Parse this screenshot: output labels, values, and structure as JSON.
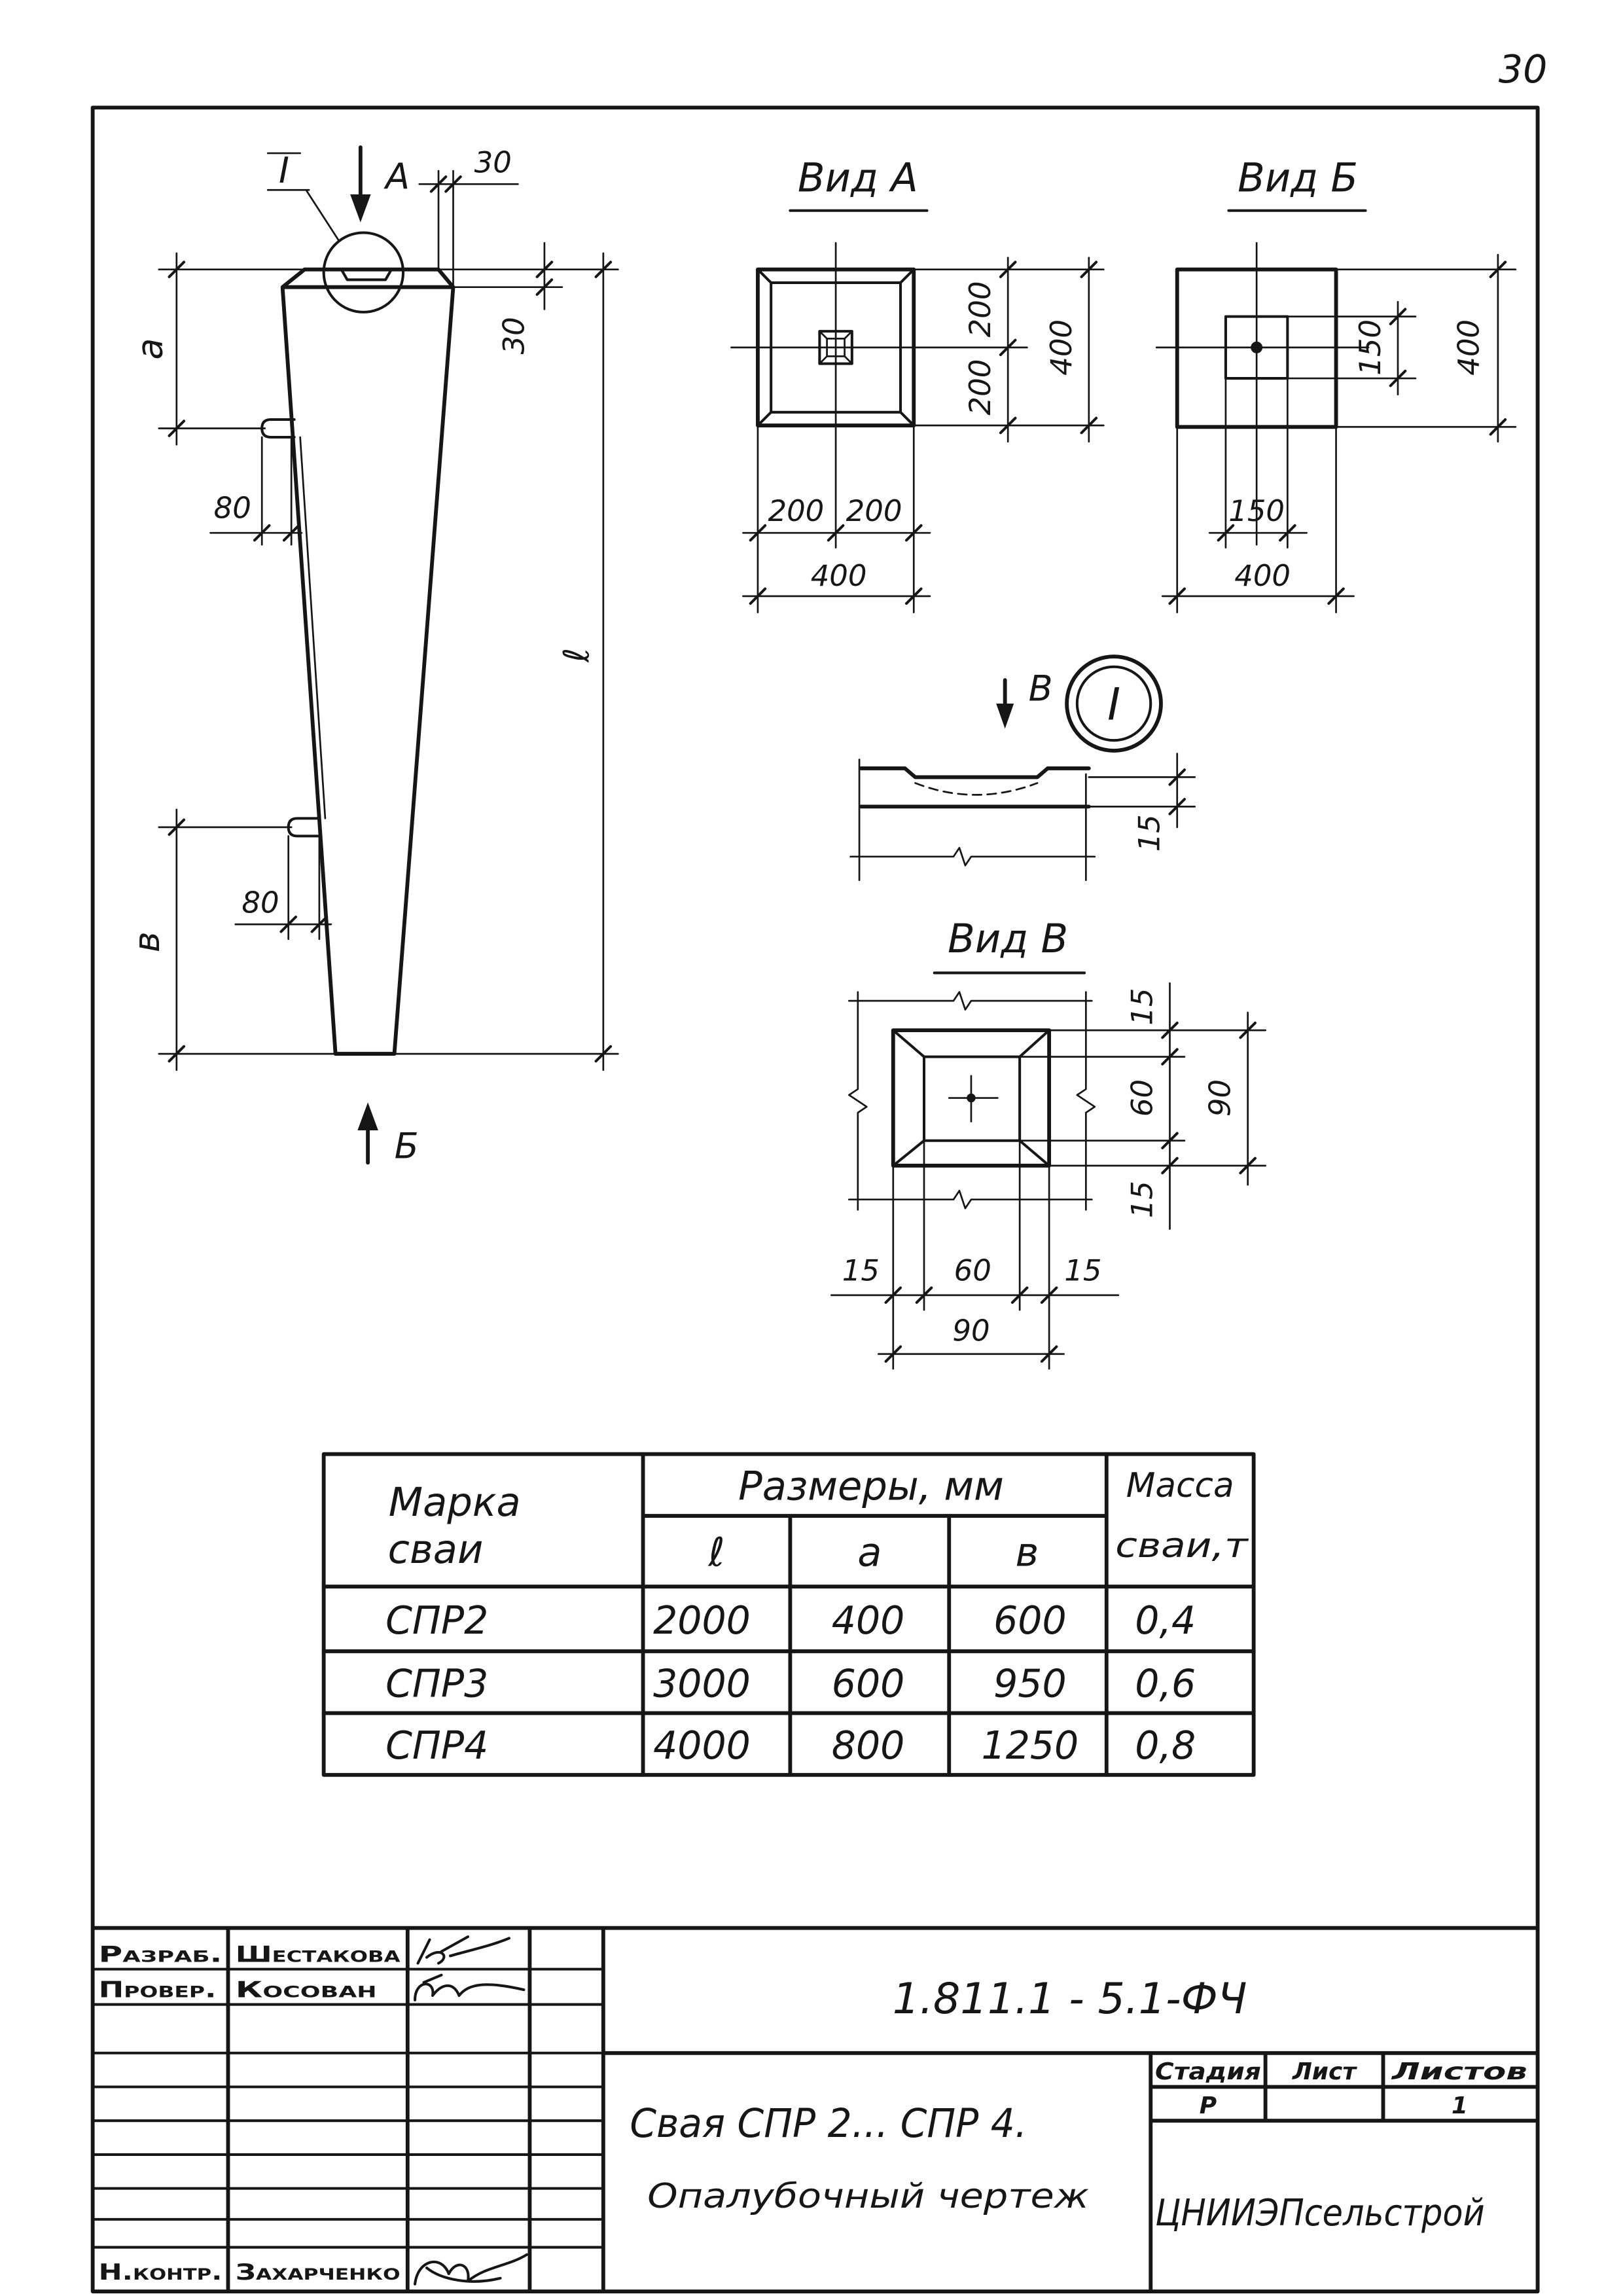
{
  "page_number": "30",
  "pile": {
    "callout": "I",
    "arrow_top": "А",
    "arrow_bottom": "Б",
    "dim_top_width": "30",
    "dim_chamfer": "30",
    "dim_a": "а",
    "dim_loop_top": "80",
    "dim_length": "ℓ",
    "dim_loop_bottom": "80",
    "dim_b": "в"
  },
  "view_a": {
    "title": "Вид А",
    "dims": {
      "right_top": "200",
      "right_bottom": "200",
      "right_total": "400",
      "bottom_left": "200",
      "bottom_right": "200",
      "bottom_total": "400"
    }
  },
  "view_b": {
    "title": "Вид Б",
    "dims": {
      "right_inner": "150",
      "right_total": "400",
      "bottom_inner": "150",
      "bottom_total": "400"
    }
  },
  "detail_i": {
    "arrow": "В",
    "callout": "I",
    "dim_height": "15"
  },
  "view_v": {
    "title": "Вид В",
    "dims": {
      "right_top": "15",
      "right_mid": "60",
      "right_bottom": "15",
      "right_total": "90",
      "bottom_left": "15",
      "bottom_mid": "60",
      "bottom_right": "15",
      "bottom_total": "90"
    }
  },
  "table": {
    "headers": {
      "mark_line1": "Марка",
      "mark_line2": "сваи",
      "dimensions": "Размеры, мм",
      "l": "ℓ",
      "a": "а",
      "b": "в",
      "mass_line1": "Масса",
      "mass_line2": "сваи,т"
    },
    "rows": [
      {
        "mark": "СПР2",
        "l": "2000",
        "a": "400",
        "b": "600",
        "mass": "0,4"
      },
      {
        "mark": "СПР3",
        "l": "3000",
        "a": "600",
        "b": "950",
        "mass": "0,6"
      },
      {
        "mark": "СПР4",
        "l": "4000",
        "a": "800",
        "b": "1250",
        "mass": "0,8"
      }
    ]
  },
  "title_block": {
    "roles": [
      {
        "role": "Разраб.",
        "name": "Шестакова"
      },
      {
        "role": "Провер.",
        "name": "Косован"
      },
      {
        "role": "Н.контр.",
        "name": "Захарченко"
      }
    ],
    "document_code": "1.811.1 - 5.1-ФЧ",
    "title_line1": "Свая СПР 2... СПР 4.",
    "title_line2": "Опалубочный чертеж",
    "stage_header": "Стадия",
    "sheet_header": "Лист",
    "sheets_header": "Листов",
    "stage": "Р",
    "sheets": "1",
    "organization": "ЦНИИЭПсельстрой"
  }
}
